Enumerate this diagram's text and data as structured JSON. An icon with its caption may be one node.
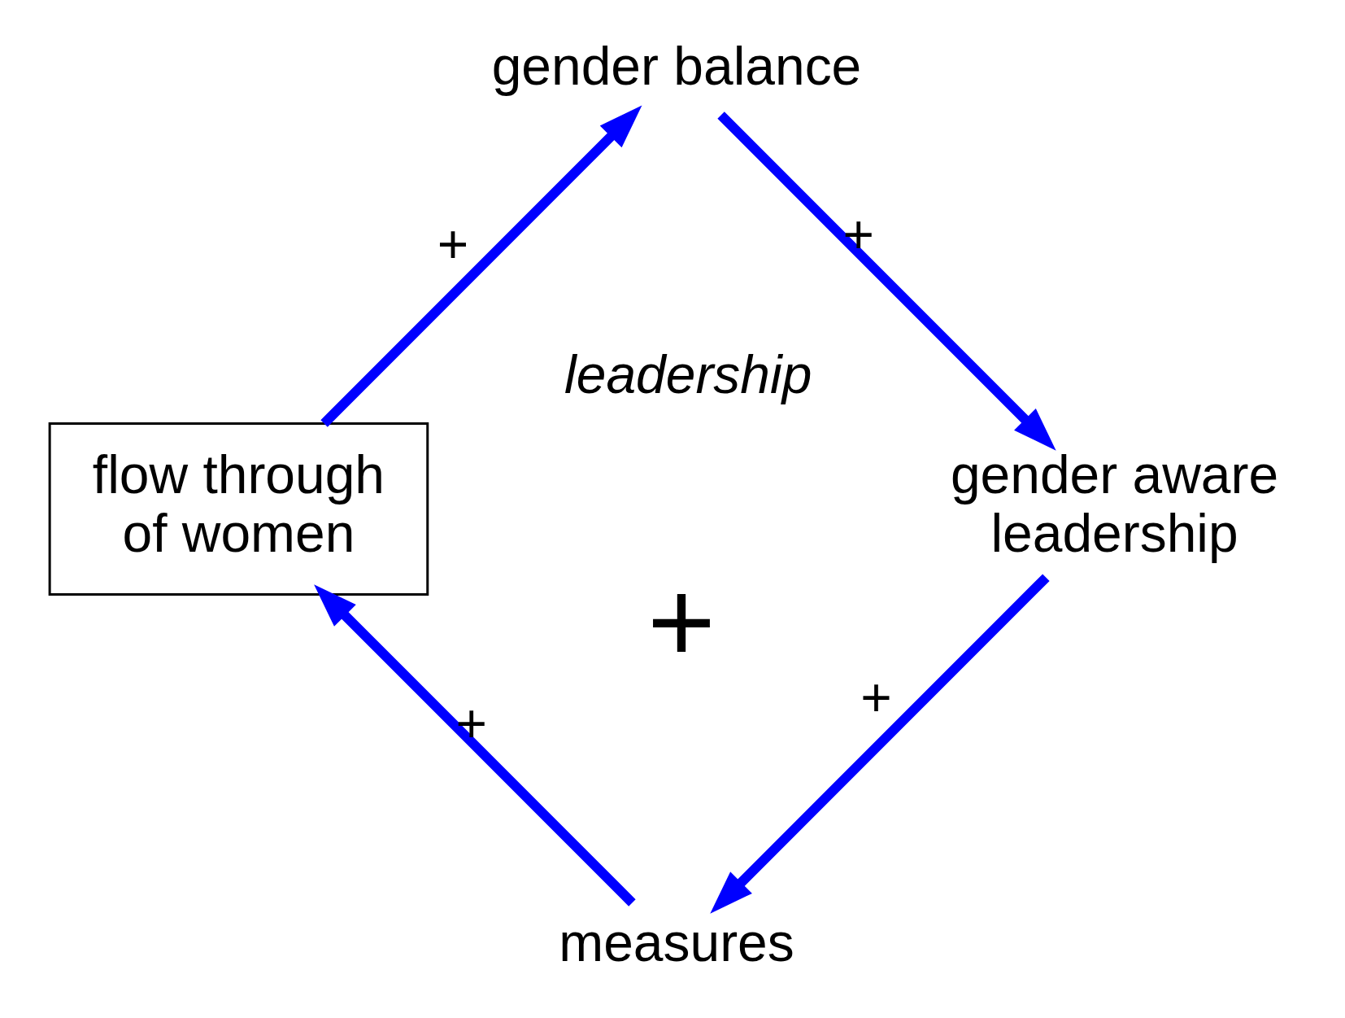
{
  "diagram": {
    "nodes": [
      {
        "text": [
          "measures"
        ]
      },
      {
        "text": [
          "flow through of women"
        ]
      },
      {
        "text": [
          "gender aware leadership"
        ]
      },
      {
        "text": [
          "gender balance"
        ]
      }
    ],
    "edges": [
      {
        "from": 0,
        "to": 1,
        "arrow": "to",
        "label": "+"
      },
      {
        "from": 1,
        "to": 3,
        "arrow": "to",
        "label": "+"
      },
      {
        "from": 3,
        "to": 2,
        "arrow": "to",
        "label": "+"
      },
      {
        "from": 2,
        "to": 0,
        "arrow": "to",
        "label": "+"
      }
    ],
    "labels": [
      "+",
      "leadership"
    ]
  }
}
